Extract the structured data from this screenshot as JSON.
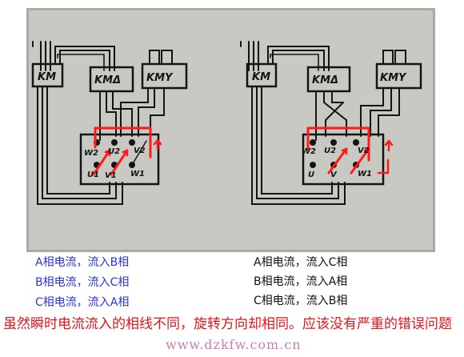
{
  "diagram_left": {
    "contactors": [
      "KM",
      "KMΔ",
      "KMY"
    ],
    "terminals": [
      "W2",
      "U2",
      "V2",
      "U1",
      "V1",
      "W1"
    ]
  },
  "diagram_right": {
    "contactors": [
      "KM",
      "KMΔ",
      "KMY"
    ],
    "terminals": [
      "W2",
      "U2",
      "V2",
      "U",
      "V",
      "W1"
    ]
  },
  "captions_left": [
    "A相电流，流入B相",
    "B相电流，流入C相",
    "C相电流，流入A相"
  ],
  "captions_right": [
    "A相电流，流入C相",
    "B相电流，流入A相",
    "C相电流，流入B相"
  ],
  "conclusion": "虽然瞬时电流流入的相线不同，旋转方向却相同。应该没有严重的错误问题",
  "watermark": "www.dzkfw.com.cn",
  "colors": {
    "left_captions": "#2b35d8",
    "right_captions": "#111111",
    "conclusion": "#e3141c",
    "arrows": "#ff1a1a",
    "ink": "#141414",
    "paper": "#c9c9c4"
  }
}
